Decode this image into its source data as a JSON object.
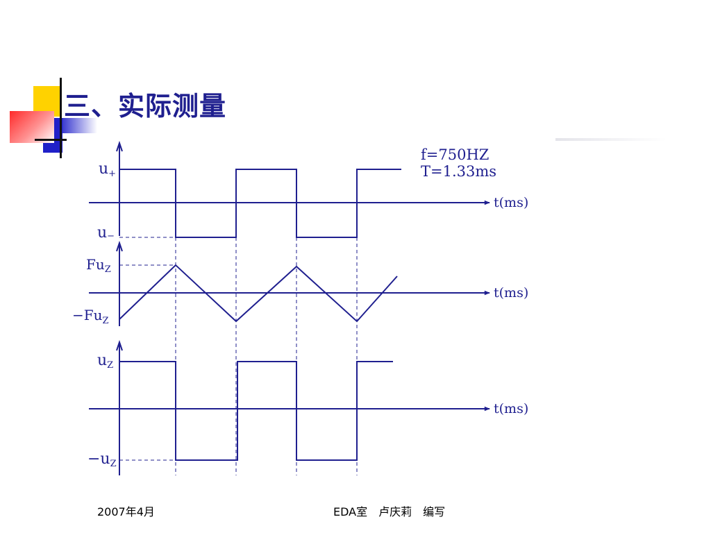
{
  "slide": {
    "title": "三、实际测量",
    "footer_left": "2007年4月",
    "footer_right": "EDA室　卢庆莉　编写"
  },
  "params": {
    "freq": "f=750HZ",
    "period": "T=1.33ms"
  },
  "axes": {
    "t_label": "t(ms)"
  },
  "labels": {
    "u_plus": "u",
    "u_plus_sub": "+",
    "u_minus": "u",
    "u_minus_sub": "−",
    "f_uz": "Fu",
    "f_uz_sub": "Z",
    "neg_f_uz": "−Fu",
    "neg_f_uz_sub": "Z",
    "uz": "u",
    "uz_sub": "Z",
    "neg_uz": "−u",
    "neg_uz_sub": "Z"
  },
  "colors": {
    "ink": "#1f1f8f",
    "deco_yellow": "#ffd200",
    "deco_blue": "#2020c8",
    "deco_red": "#ff3030",
    "deco_black": "#111111"
  }
}
